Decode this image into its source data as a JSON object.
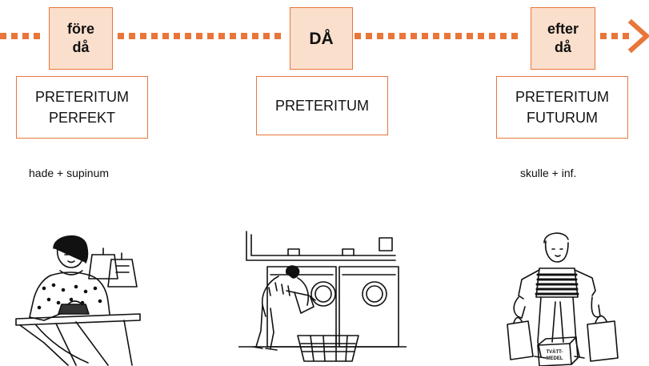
{
  "timeline": {
    "color": "#e8763a",
    "markers": [
      {
        "lines": [
          "före",
          "då"
        ]
      },
      {
        "lines": [
          "DÅ"
        ]
      },
      {
        "lines": [
          "efter",
          "då"
        ]
      }
    ]
  },
  "tenses": [
    {
      "lines": [
        "PRETERITUM",
        "PERFEKT"
      ],
      "formula": "hade + supinum"
    },
    {
      "lines": [
        "PRETERITUM"
      ],
      "formula": ""
    },
    {
      "lines": [
        "PRETERITUM",
        "FUTURUM"
      ],
      "formula": "skulle + inf."
    }
  ],
  "illustrations": {
    "right_box_label": [
      "TVÄTT-",
      "MEDEL"
    ]
  }
}
